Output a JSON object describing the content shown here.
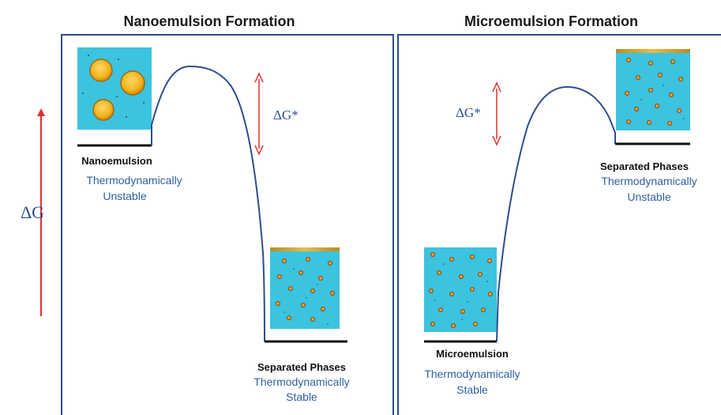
{
  "delta_g_axis_label": "ΔG",
  "panels": {
    "left": {
      "title": "Nanoemulsion Formation",
      "barrier_label": "ΔG*",
      "start_state": {
        "name": "Nanoemulsion",
        "desc_line1": "Thermodynamically",
        "desc_line2": "Unstable"
      },
      "end_state": {
        "name": "Separated Phases",
        "desc_line1": "Thermodynamically",
        "desc_line2": "Stable"
      }
    },
    "right": {
      "title": "Microemulsion Formation",
      "barrier_label": "ΔG*",
      "start_state": {
        "name": "Microemulsion",
        "desc_line1": "Thermodynamically",
        "desc_line2": "Stable"
      },
      "end_state": {
        "name": "Separated Phases",
        "desc_line1": "Thermodynamically",
        "desc_line2": "Unstable"
      }
    }
  },
  "colors": {
    "frame": "#2b4e8c",
    "curve": "#2b4e8c",
    "arrow": "#e0302a",
    "water": "#3cc3df",
    "droplet": "#f2b31c",
    "oil_layer": "#d2a032",
    "level_line": "#111111"
  },
  "icons": {
    "large_droplets": "nanoemulsion-droplets-icon",
    "small_droplets": "microemulsion-droplets-icon",
    "separated": "separated-phases-icon"
  }
}
